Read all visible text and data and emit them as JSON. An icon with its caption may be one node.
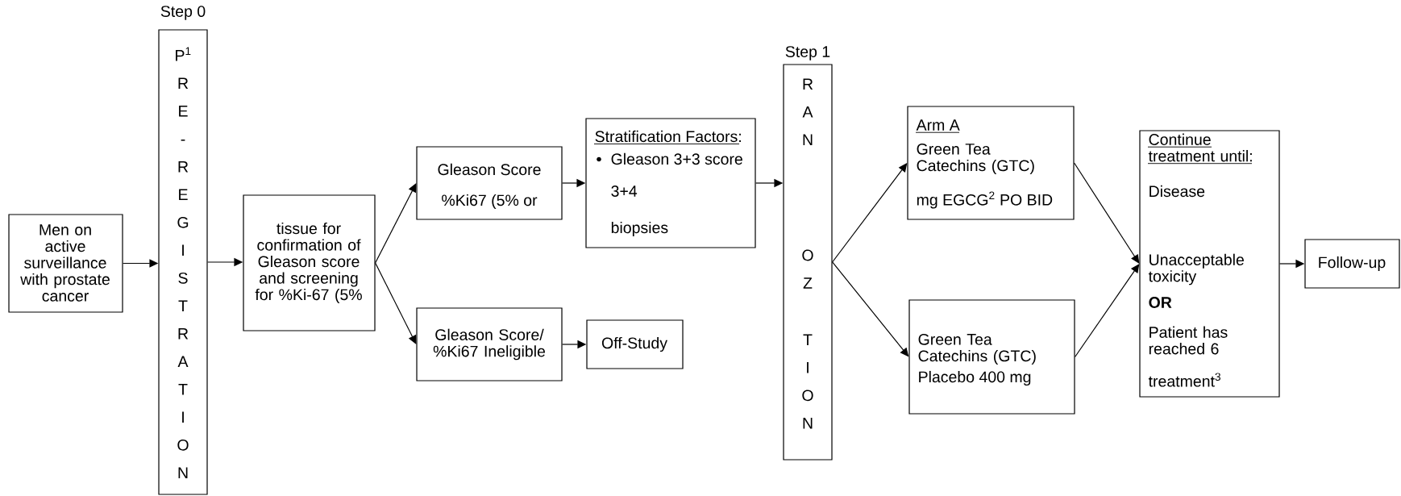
{
  "diagram": {
    "nodes": [
      {
        "text": [
          "Men on active surveillance with prostate cancer"
        ]
      },
      {
        "text": [
          "Step 0",
          "P$^{1}$ R E - R E G I S T R A T I O N"
        ]
      },
      {
        "text": [
          "tissue for confirmation of Gleason score and screening for %Ki-67 (5%"
        ]
      },
      {
        "text": [
          "Gleason Score",
          "%Ki67 (5% or"
        ]
      },
      {
        "text": [
          "Gleason Score/ %Ki67 Ineligible"
        ]
      },
      {
        "text": [
          "Stratification Factors:",
          "Gleason 3+3 score",
          "3+4",
          "biopsies"
        ]
      },
      {
        "text": [
          "Off-Study"
        ]
      },
      {
        "text": [
          "Step 1",
          "R A N",
          "O Z",
          "T I O N"
        ]
      },
      {
        "text": [
          "Arm A",
          "Green Tea Catechins (GTC)",
          "mg EGCG$^{2}$ PO BID"
        ]
      },
      {
        "text": [
          "Green Tea Catechins (GTC)",
          "Placebo 400 mg"
        ]
      },
      {
        "text": [
          "Continue treatment until:",
          "Disease",
          "Unacceptable toxicity",
          "OR",
          "Patient has reached 6",
          "treatment$^{3}$"
        ]
      },
      {
        "text": [
          "Follow-up"
        ]
      }
    ],
    "edges": [
      {
        "from": 0,
        "to": 1,
        "arrow": "to"
      },
      {
        "from": 1,
        "to": 2,
        "arrow": "to"
      },
      {
        "from": 2,
        "to": 3,
        "arrow": "to"
      },
      {
        "from": 2,
        "to": 4,
        "arrow": "to"
      },
      {
        "from": 3,
        "to": 5,
        "arrow": "to"
      },
      {
        "from": 4,
        "to": 6,
        "arrow": "to"
      },
      {
        "from": 5,
        "to": 7,
        "arrow": "to"
      },
      {
        "from": 7,
        "to": 8,
        "arrow": "to"
      },
      {
        "from": 7,
        "to": 9,
        "arrow": "to"
      },
      {
        "from": 8,
        "to": 10,
        "arrow": "to"
      },
      {
        "from": 9,
        "to": 10,
        "arrow": "to"
      },
      {
        "from": 10,
        "to": 11,
        "arrow": "to"
      }
    ]
  }
}
